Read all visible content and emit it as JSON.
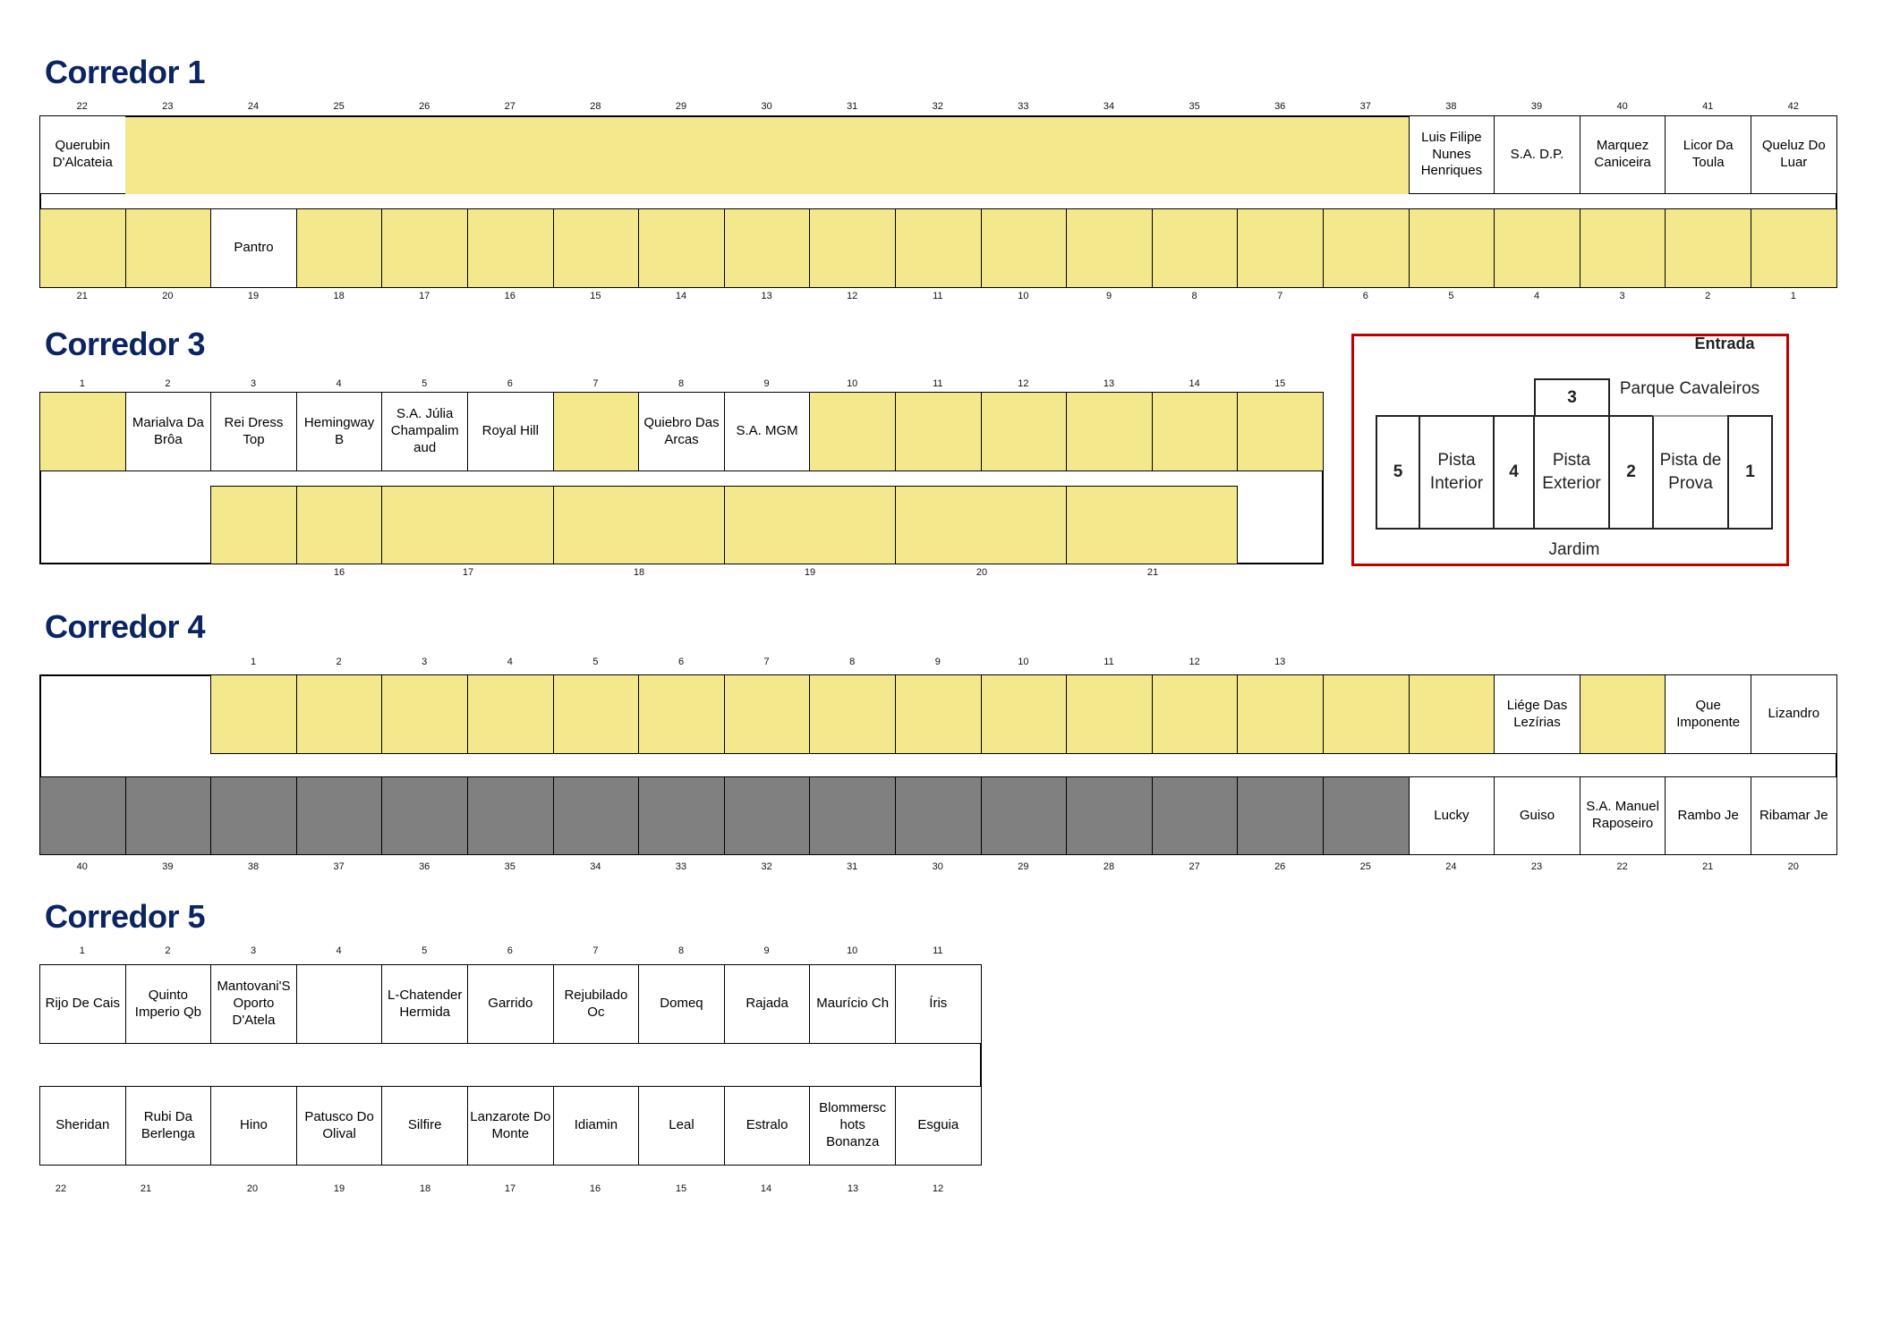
{
  "palette": {
    "y": "#f4e88c",
    "w": "#ffffff",
    "g": "#808080",
    "title": "#0b2462",
    "entrance_border": "#c00000"
  },
  "corridors": [
    {
      "title": "Corredor 1",
      "top_numbers": [
        "22",
        "23",
        "24",
        "25",
        "26",
        "27",
        "28",
        "29",
        "30",
        "31",
        "32",
        "33",
        "34",
        "35",
        "36",
        "37",
        "38",
        "39",
        "40",
        "41",
        "42"
      ],
      "top_cells": [
        {
          "label": "Querubin D'Alcateia",
          "fill": "w"
        },
        {
          "label": "",
          "fill": "y",
          "span": 15
        },
        {
          "label": "Luis Filipe Nunes Henriques",
          "fill": "w"
        },
        {
          "label": "S.A. D.P.",
          "fill": "w"
        },
        {
          "label": "Marquez Caniceira",
          "fill": "w"
        },
        {
          "label": "Licor Da Toula",
          "fill": "w"
        },
        {
          "label": "Queluz Do Luar",
          "fill": "w"
        }
      ],
      "bottom_cells": [
        {
          "label": "",
          "fill": "y"
        },
        {
          "label": "",
          "fill": "y"
        },
        {
          "label": "Pantro",
          "fill": "w"
        },
        {
          "label": "",
          "fill": "y"
        },
        {
          "label": "",
          "fill": "y"
        },
        {
          "label": "",
          "fill": "y"
        },
        {
          "label": "",
          "fill": "y"
        },
        {
          "label": "",
          "fill": "y"
        },
        {
          "label": "",
          "fill": "y"
        },
        {
          "label": "",
          "fill": "y"
        },
        {
          "label": "",
          "fill": "y"
        },
        {
          "label": "",
          "fill": "y"
        },
        {
          "label": "",
          "fill": "y"
        },
        {
          "label": "",
          "fill": "y"
        },
        {
          "label": "",
          "fill": "y"
        },
        {
          "label": "",
          "fill": "y"
        },
        {
          "label": "",
          "fill": "y"
        },
        {
          "label": "",
          "fill": "y"
        },
        {
          "label": "",
          "fill": "y"
        },
        {
          "label": "",
          "fill": "y"
        },
        {
          "label": "",
          "fill": "y"
        }
      ],
      "bottom_numbers": [
        "21",
        "20",
        "19",
        "18",
        "17",
        "16",
        "15",
        "14",
        "13",
        "12",
        "11",
        "10",
        "9",
        "8",
        "7",
        "6",
        "5",
        "4",
        "3",
        "2",
        "1"
      ]
    },
    {
      "title": "Corredor 3",
      "top_numbers": [
        "1",
        "2",
        "3",
        "4",
        "5",
        "6",
        "7",
        "8",
        "9",
        "10",
        "11",
        "12",
        "13",
        "14",
        "15"
      ],
      "top_cells": [
        {
          "label": "",
          "fill": "y"
        },
        {
          "label": "Marialva Da Brôa",
          "fill": "w"
        },
        {
          "label": "Rei Dress Top",
          "fill": "w"
        },
        {
          "label": "Hemingway B",
          "fill": "w"
        },
        {
          "label": "S.A. Júlia Champalim aud",
          "fill": "w"
        },
        {
          "label": "Royal Hill",
          "fill": "w"
        },
        {
          "label": "",
          "fill": "y"
        },
        {
          "label": "Quiebro Das Arcas",
          "fill": "w"
        },
        {
          "label": "S.A. MGM",
          "fill": "w"
        },
        {
          "label": "",
          "fill": "y"
        },
        {
          "label": "",
          "fill": "y"
        },
        {
          "label": "",
          "fill": "y"
        },
        {
          "label": "",
          "fill": "y"
        },
        {
          "label": "",
          "fill": "y"
        },
        {
          "label": "",
          "fill": "y"
        }
      ],
      "bottom_cells": [
        {
          "label": "",
          "fill": "y"
        },
        {
          "label": "",
          "fill": "y"
        },
        {
          "label": "",
          "fill": "y",
          "span": 2
        },
        {
          "label": "",
          "fill": "y",
          "span": 2
        },
        {
          "label": "",
          "fill": "y",
          "span": 2
        },
        {
          "label": "",
          "fill": "y",
          "span": 2
        },
        {
          "label": "",
          "fill": "y",
          "span": 2
        }
      ],
      "bottom_numbers": [
        "16",
        "17",
        "18",
        "19",
        "20",
        "21"
      ]
    },
    {
      "title": "Corredor 4",
      "top_numbers": [
        "1",
        "2",
        "3",
        "4",
        "5",
        "6",
        "7",
        "8",
        "9",
        "10",
        "11",
        "12",
        "13"
      ],
      "top_cells": [
        {
          "label": "",
          "fill": "y"
        },
        {
          "label": "",
          "fill": "y"
        },
        {
          "label": "",
          "fill": "y"
        },
        {
          "label": "",
          "fill": "y"
        },
        {
          "label": "",
          "fill": "y"
        },
        {
          "label": "",
          "fill": "y"
        },
        {
          "label": "",
          "fill": "y"
        },
        {
          "label": "",
          "fill": "y"
        },
        {
          "label": "",
          "fill": "y"
        },
        {
          "label": "",
          "fill": "y"
        },
        {
          "label": "",
          "fill": "y"
        },
        {
          "label": "",
          "fill": "y"
        },
        {
          "label": "",
          "fill": "y"
        },
        {
          "label": "",
          "fill": "y"
        },
        {
          "label": "",
          "fill": "y"
        },
        {
          "label": "Liége Das Lezírias",
          "fill": "w"
        },
        {
          "label": "",
          "fill": "y"
        },
        {
          "label": "Que Imponente",
          "fill": "w"
        },
        {
          "label": "Lizandro",
          "fill": "w"
        }
      ],
      "bottom_cells": [
        {
          "label": "",
          "fill": "g"
        },
        {
          "label": "",
          "fill": "g"
        },
        {
          "label": "",
          "fill": "g"
        },
        {
          "label": "",
          "fill": "g"
        },
        {
          "label": "",
          "fill": "g"
        },
        {
          "label": "",
          "fill": "g"
        },
        {
          "label": "",
          "fill": "g"
        },
        {
          "label": "",
          "fill": "g"
        },
        {
          "label": "",
          "fill": "g"
        },
        {
          "label": "",
          "fill": "g"
        },
        {
          "label": "",
          "fill": "g"
        },
        {
          "label": "",
          "fill": "g"
        },
        {
          "label": "",
          "fill": "g"
        },
        {
          "label": "",
          "fill": "g"
        },
        {
          "label": "",
          "fill": "g"
        },
        {
          "label": "",
          "fill": "g"
        },
        {
          "label": "Lucky",
          "fill": "w"
        },
        {
          "label": "Guiso",
          "fill": "w"
        },
        {
          "label": "S.A. Manuel Raposeiro",
          "fill": "w"
        },
        {
          "label": "Rambo Je",
          "fill": "w"
        },
        {
          "label": "Ribamar Je",
          "fill": "w"
        }
      ],
      "bottom_numbers": [
        "40",
        "39",
        "38",
        "37",
        "36",
        "35",
        "34",
        "33",
        "32",
        "31",
        "30",
        "29",
        "28",
        "27",
        "26",
        "25",
        "24",
        "23",
        "22",
        "21",
        "20"
      ]
    },
    {
      "title": "Corredor 5",
      "top_numbers": [
        "1",
        "2",
        "3",
        "4",
        "5",
        "6",
        "7",
        "8",
        "9",
        "10",
        "11"
      ],
      "top_cells": [
        {
          "label": "Rijo De Cais",
          "fill": "w"
        },
        {
          "label": "Quinto Imperio Qb",
          "fill": "w"
        },
        {
          "label": "Mantovani'S Oporto D'Atela",
          "fill": "w"
        },
        {
          "label": "",
          "fill": "w"
        },
        {
          "label": "L-Chatender Hermida",
          "fill": "w"
        },
        {
          "label": "Garrido",
          "fill": "w"
        },
        {
          "label": "Rejubilado Oc",
          "fill": "w"
        },
        {
          "label": "Domeq",
          "fill": "w"
        },
        {
          "label": "Rajada",
          "fill": "w"
        },
        {
          "label": "Maurício Ch",
          "fill": "w"
        },
        {
          "label": "Íris",
          "fill": "w"
        }
      ],
      "bottom_cells": [
        {
          "label": "Sheridan",
          "fill": "w"
        },
        {
          "label": "Rubi Da Berlenga",
          "fill": "w"
        },
        {
          "label": "Hino",
          "fill": "w"
        },
        {
          "label": "Patusco Do Olival",
          "fill": "w"
        },
        {
          "label": "Silfire",
          "fill": "w"
        },
        {
          "label": "Lanzarote Do Monte",
          "fill": "w"
        },
        {
          "label": "Idiamin",
          "fill": "w"
        },
        {
          "label": "Leal",
          "fill": "w"
        },
        {
          "label": "Estralo",
          "fill": "w"
        },
        {
          "label": "Blommersc hots Bonanza",
          "fill": "w"
        },
        {
          "label": "Esguia",
          "fill": "w"
        }
      ],
      "bottom_numbers": [
        "22",
        "21",
        "20",
        "19",
        "18",
        "17",
        "16",
        "15",
        "14",
        "13",
        "12"
      ]
    }
  ],
  "entrance": {
    "title": "Entrada",
    "parque": "Parque Cavaleiros",
    "jardim": "Jardim",
    "box3": "3",
    "boxes": [
      "5",
      "Pista Interior",
      "4",
      "Pista Exterior",
      "2",
      "Pista de Prova",
      "1"
    ]
  }
}
